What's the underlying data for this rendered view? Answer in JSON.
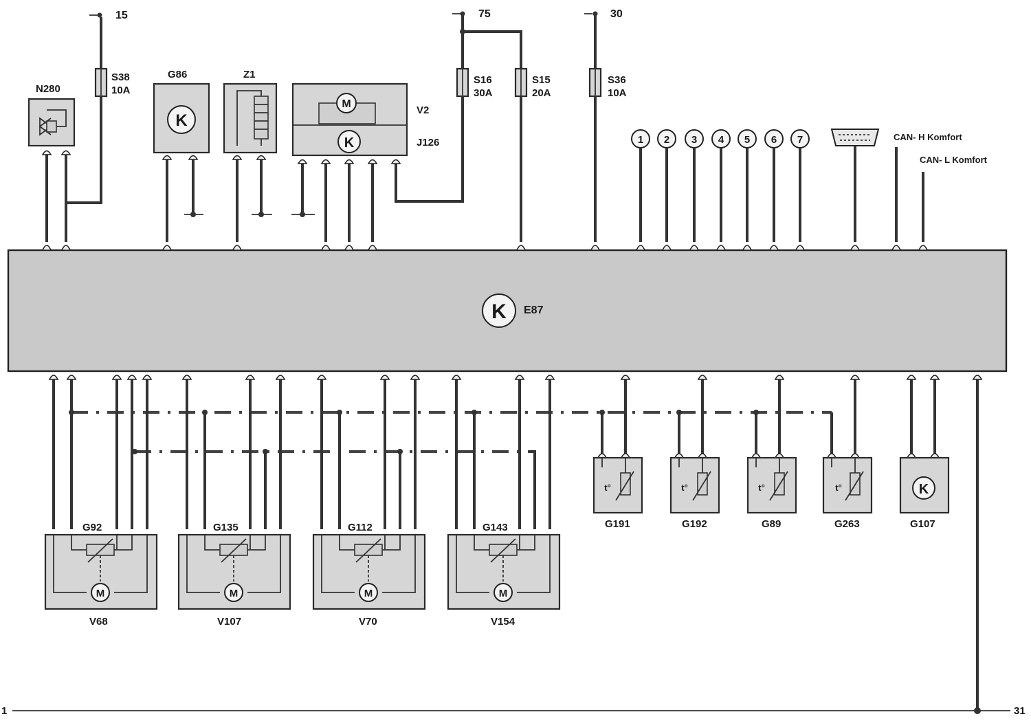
{
  "terminals": {
    "t15": "15",
    "t75": "75",
    "t30": "30",
    "left_ground": "1",
    "right_ground": "31"
  },
  "fuses": [
    {
      "name": "S38",
      "rating": "10A"
    },
    {
      "name": "S16",
      "rating": "30A"
    },
    {
      "name": "S15",
      "rating": "20A"
    },
    {
      "name": "S36",
      "rating": "10A"
    }
  ],
  "top_components": {
    "n280": "N280",
    "g86": "G86",
    "z1": "Z1",
    "v2": "V2",
    "j126": "J126",
    "main_unit": "E87"
  },
  "connector_numbers": [
    "1",
    "2",
    "3",
    "4",
    "5",
    "6",
    "7"
  ],
  "can_lines": {
    "high": "CAN- H Komfort",
    "low": "CAN- L Komfort"
  },
  "actuators": [
    {
      "sensor": "G92",
      "motor": "V68"
    },
    {
      "sensor": "G135",
      "motor": "V107"
    },
    {
      "sensor": "G112",
      "motor": "V70"
    },
    {
      "sensor": "G143",
      "motor": "V154"
    }
  ],
  "temp_sensors": [
    "G191",
    "G192",
    "G89",
    "G263"
  ],
  "g107": "G107",
  "symbols": {
    "control_unit": "K",
    "motor": "M",
    "temperature": "t°"
  }
}
